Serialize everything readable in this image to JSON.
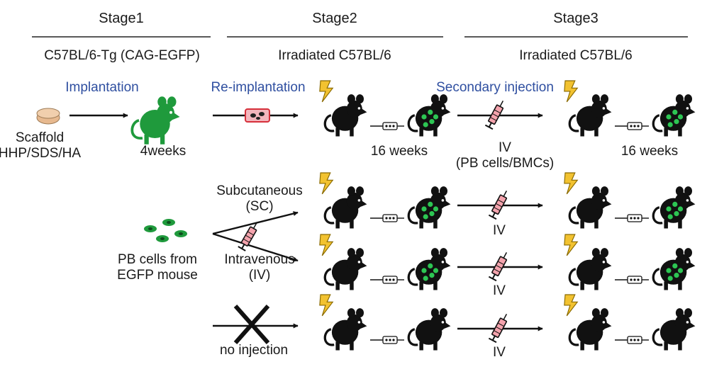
{
  "headers": {
    "stage1": "Stage1",
    "stage2": "Stage2",
    "stage3": "Stage3"
  },
  "strains": {
    "stage1": "C57BL/6-Tg (CAG-EGFP)",
    "stage2": "Irradiated C57BL/6",
    "stage3": "Irradiated C57BL/6"
  },
  "steps": {
    "implantation": "Implantation",
    "reimplantation": "Re-implantation",
    "secondary_injection": "Secondary injection"
  },
  "labels": {
    "scaffold_line1": "Scaffold",
    "scaffold_line2": "HHP/SDS/HA",
    "four_weeks": "4weeks",
    "sixteen_weeks_a": "16 weeks",
    "sixteen_weeks_b": "16 weeks",
    "iv_top_line1": "IV",
    "iv_top_line2": "(PB cells/BMCs)",
    "subcutaneous_line1": "Subcutaneous",
    "subcutaneous_line2": "(SC)",
    "intravenous_line1": "Intravenous",
    "intravenous_line2": "(IV)",
    "pb_cells_line1": "PB cells from",
    "pb_cells_line2": "EGFP mouse",
    "no_injection": "no injection",
    "iv_row2": "IV",
    "iv_row3": "IV",
    "iv_row4": "IV"
  },
  "colors": {
    "mouse_black": "#111111",
    "mouse_green": "#1f9a3c",
    "gfp_dot": "#2dc653",
    "scaffold": "#e7b98f",
    "scaffold_red": "#d62f3a",
    "bolt": "#f2c230",
    "syringe_fill": "#f4a3ad",
    "blue_text": "#2f4fa0"
  },
  "icons": {
    "irradiation": "lightning-bolt-icon",
    "mouse": "mouse-icon",
    "syringe": "syringe-icon",
    "scaffold": "scaffold-disc-icon",
    "cells": "cell-cluster-icon",
    "blocked": "cross-icon"
  }
}
